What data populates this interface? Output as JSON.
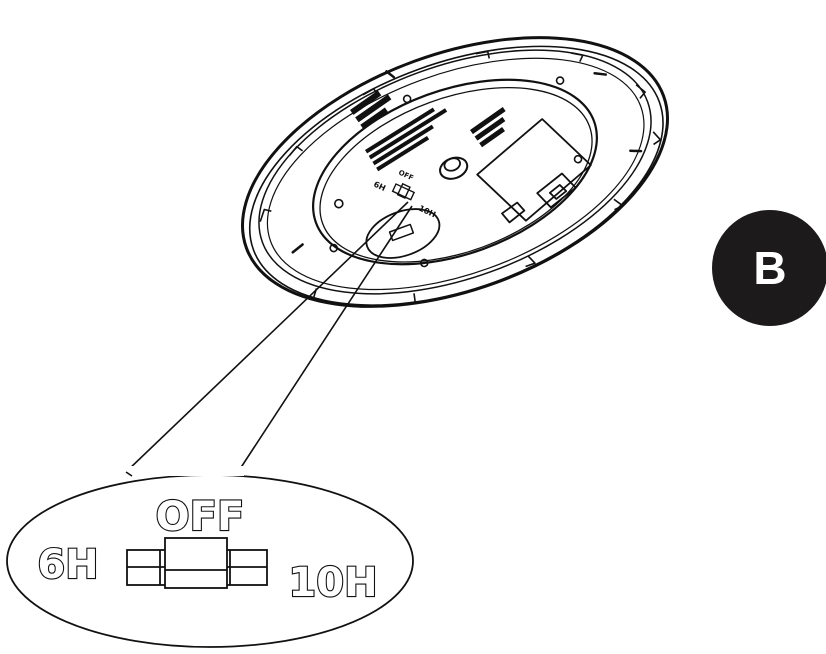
{
  "figure": {
    "badge_letter": "B",
    "callout": {
      "switch_off_label": "OFF",
      "switch_left_label": "6H",
      "switch_right_label": "10H"
    },
    "device_labels": {
      "left": "6H",
      "top": "OFF",
      "right": "10H"
    }
  },
  "colors": {
    "line": "#111111",
    "badge_fill": "#1c1a1b",
    "badge_text": "#ffffff",
    "background": "#ffffff"
  }
}
